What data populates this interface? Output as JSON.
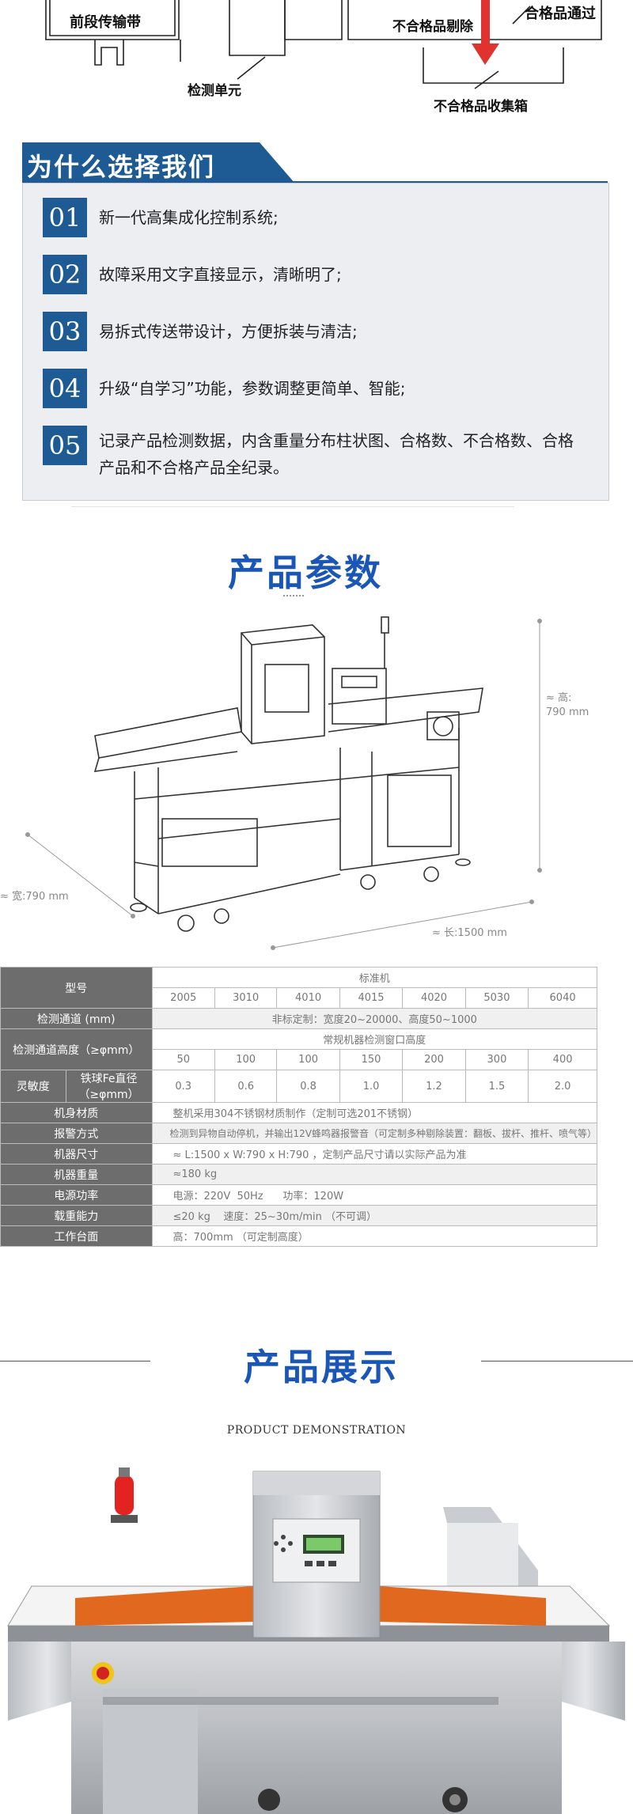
{
  "diagram": {
    "front_conveyor": "前段传输带",
    "detection_unit": "检测单元",
    "reject": "不合格品剔除",
    "pass": "合格品通过",
    "reject_bin": "不合格品收集箱"
  },
  "why": {
    "title": "为什么选择我们",
    "items": [
      {
        "num": "01",
        "text": "新一代高集成化控制系统;"
      },
      {
        "num": "02",
        "text": "故障采用文字直接显示，清晰明了;"
      },
      {
        "num": "03",
        "text": "易拆式传送带设计，方便拆装与清洁;"
      },
      {
        "num": "04",
        "text": "升级“自学习”功能，参数调整更简单、智能;"
      },
      {
        "num": "05",
        "text": "记录产品检测数据，内含重量分布柱状图、合格数、不合格数、合格",
        "text2": "产品和不合格产品全纪录。"
      }
    ]
  },
  "params": {
    "title": "产品参数",
    "dim_height": "≈ 高:",
    "dim_height_val": "790 mm",
    "dim_width": "≈ 宽:790 mm",
    "dim_length": "≈ 长:1500 mm"
  },
  "table": {
    "model_label": "型号",
    "standard": "标准机",
    "models": [
      "2005",
      "3010",
      "4010",
      "4015",
      "4020",
      "5030",
      "6040"
    ],
    "channel_label": "检测通道 (mm)",
    "channel_value": "非标定制：宽度20~20000、高度50~1000",
    "height_label": "检测通道高度（≥φmm）",
    "height_note": "常规机器检测窗口高度",
    "heights": [
      "50",
      "100",
      "100",
      "150",
      "200",
      "300",
      "400"
    ],
    "sens_label": "灵敏度",
    "fe_label": "铁球Fe直径（≥φmm）",
    "fe_values": [
      "0.3",
      "0.6",
      "0.8",
      "1.0",
      "1.2",
      "1.5",
      "2.0"
    ],
    "rows": [
      {
        "label": "机身材质",
        "value": "整机采用304不锈钢材质制作（定制可选201不锈钢）"
      },
      {
        "label": "报警方式",
        "value": "检测到异物自动停机，并输出12V蜂鸣器报警音（可定制多种剔除装置：翻板、拔杆、推杆、喷气等）"
      },
      {
        "label": "机器尺寸",
        "value": "≈ L:1500 x  W:790 x  H:790 ，定制产品尺寸请以实际产品为准"
      },
      {
        "label": "机器重量",
        "value": "≈180 kg"
      },
      {
        "label": "电源功率",
        "value": "电源：220V  50Hz      功率：120W"
      },
      {
        "label": "载重能力",
        "value": "≤20 kg    速度：25~30m/min （不可调）"
      },
      {
        "label": "工作台面",
        "value": "高：700mm （可定制高度）"
      }
    ]
  },
  "demo": {
    "title": "产品展示",
    "subtitle": "PRODUCT DEMONSTRATION"
  }
}
